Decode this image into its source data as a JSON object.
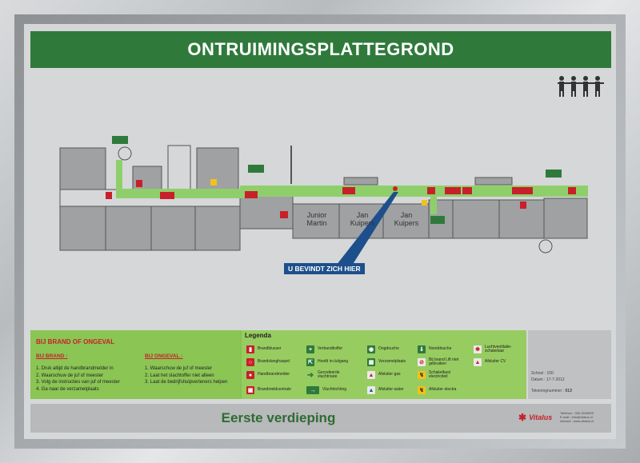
{
  "title": "ONTRUIMINGSPLATTEGROND",
  "you_are_here": "U BEVINDT ZICH HIER",
  "rooms": [
    {
      "line1": "Junior",
      "line2": "Martin"
    },
    {
      "line1": "Jan",
      "line2": "Kuipers"
    },
    {
      "line1": "Jan",
      "line2": "Kuipers"
    }
  ],
  "fire_section": {
    "title": "BIJ BRAND OF ONGEVAL",
    "brand_heading": "BIJ BRAND :",
    "brand_steps": [
      "1. Druk altijd de handbrandmelder in",
      "2. Waarschuw de juf of meester",
      "3. Volg de instructies van juf of meester",
      "4. Ga naar de verzamelplaats"
    ],
    "ongeval_heading": "BIJ ONGEVAL :",
    "ongeval_steps": [
      "1. Waarschuw de juf of meester",
      "2. Laat het slachtoffer niet alleen",
      "3. Laat de bedrijfshulpverleners helpen"
    ]
  },
  "legend": {
    "title": "Legenda",
    "items": [
      {
        "label": "Brandblusser",
        "color": "#c8202a",
        "icon": "extinguisher-icon"
      },
      {
        "label": "Brandslanghaspel",
        "color": "#c8202a",
        "icon": "hose-reel-icon"
      },
      {
        "label": "Handbrandmelder",
        "color": "#c8202a",
        "icon": "fire-alarm-icon"
      },
      {
        "label": "Brandmeldcentrale",
        "color": "#c8202a",
        "icon": "fire-panel-icon"
      },
      {
        "label": "Verbandkoffer",
        "color": "#2f7a3b",
        "icon": "first-aid-icon"
      },
      {
        "label": "Hoofd in-/uitgang",
        "color": "#2f7a3b",
        "icon": "main-entrance-icon"
      },
      {
        "label": "Gecodeerde vluchtroute",
        "color": "#2f7a3b",
        "icon": "escape-route-icon"
      },
      {
        "label": "Vluchtrichting",
        "color": "#2f7a3b",
        "icon": "escape-direction-icon"
      },
      {
        "label": "Oogdouche",
        "color": "#2f7a3b",
        "icon": "eye-shower-icon"
      },
      {
        "label": "Verzamelplaats",
        "color": "#2f7a3b",
        "icon": "assembly-point-icon"
      },
      {
        "label": "Afsluiter gas",
        "color": "#e9e9e9",
        "icon": "gas-valve-icon"
      },
      {
        "label": "Afsluiter water",
        "color": "#e9e9e9",
        "icon": "water-valve-icon"
      },
      {
        "label": "Nooddouche",
        "color": "#2f7a3b",
        "icon": "emergency-shower-icon"
      },
      {
        "label": "Bij brand Lift niet gebruiken",
        "color": "#e9e9e9",
        "icon": "no-lift-icon"
      },
      {
        "label": "Schakelkast electriciteit",
        "color": "#f2c21b",
        "icon": "switchboard-icon"
      },
      {
        "label": "Afsluiter electra",
        "color": "#f2c21b",
        "icon": "electric-switch-icon"
      },
      {
        "label": "Luchtventilatie-schakelaar",
        "color": "#e9e9e9",
        "icon": "ventilation-icon"
      },
      {
        "label": "Afsluiter CV",
        "color": "#e9e9e9",
        "icon": "heating-valve-icon"
      }
    ]
  },
  "info": {
    "school_label": "School",
    "school_value": "100",
    "date_label": "Datum",
    "date_value": "17-7-2012",
    "drawing_label": "Tekeningnummer :",
    "drawing_value": "013"
  },
  "floor_name": "Eerste verdieping",
  "company": {
    "name": "Vitalus",
    "contact": [
      "Telefoon : 030 2643699",
      "E-mail : info@vitalus.nl",
      "Internet : www.vitalus.nl"
    ]
  },
  "colors": {
    "title_green": "#2f7a3b",
    "route_green": "#8fcf6b",
    "alert_red": "#c8202a",
    "marker_blue": "#1d4f8c"
  }
}
